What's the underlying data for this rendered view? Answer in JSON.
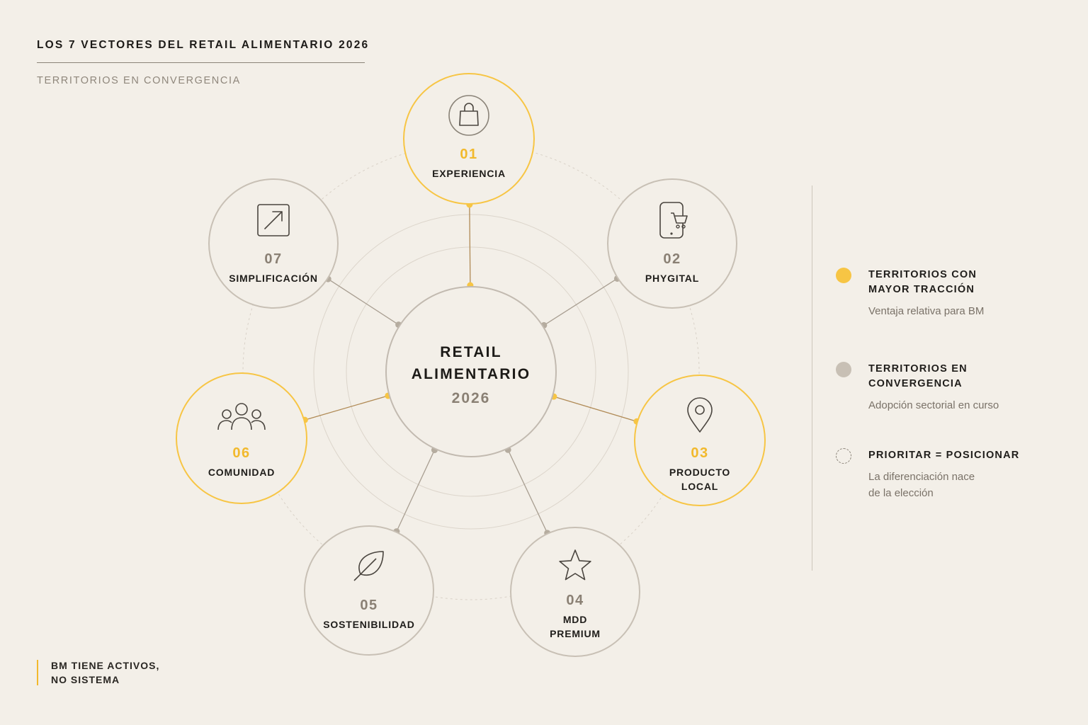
{
  "header": {
    "title": "LOS 7 VECTORES DEL RETAIL ALIMENTARIO 2026",
    "subtitle": "TERRITORIOS EN CONVERGENCIA"
  },
  "center": {
    "line1": "RETAIL",
    "line2": "ALIMENTARIO",
    "year": "2026"
  },
  "vectors": [
    {
      "num": "01",
      "label_lines": [
        "EXPERIENCIA"
      ],
      "icon": "shopping-bag-icon",
      "status": "traction"
    },
    {
      "num": "02",
      "label_lines": [
        "PHYGITAL"
      ],
      "icon": "mobile-cart-icon",
      "status": "convergence"
    },
    {
      "num": "03",
      "label_lines": [
        "PRODUCTO",
        "LOCAL"
      ],
      "icon": "location-pin-icon",
      "status": "traction"
    },
    {
      "num": "04",
      "label_lines": [
        "MDD",
        "PREMIUM"
      ],
      "icon": "star-icon",
      "status": "convergence"
    },
    {
      "num": "05",
      "label_lines": [
        "SOSTENIBILIDAD"
      ],
      "icon": "leaf-icon",
      "status": "convergence"
    },
    {
      "num": "06",
      "label_lines": [
        "COMUNIDAD"
      ],
      "icon": "people-icon",
      "status": "traction"
    },
    {
      "num": "07",
      "label_lines": [
        "SIMPLIFICACIÓN"
      ],
      "icon": "arrow-up-right-icon",
      "status": "convergence"
    }
  ],
  "legend": {
    "items": [
      {
        "type": "traction",
        "title_lines": [
          "TERRITORIOS CON",
          "MAYOR TRACCIÓN"
        ],
        "desc_lines": [
          "Ventaja relativa para BM"
        ]
      },
      {
        "type": "convergence",
        "title_lines": [
          "TERRITORIOS EN",
          "CONVERGENCIA"
        ],
        "desc_lines": [
          "Adopción sectorial en curso"
        ]
      },
      {
        "type": "priority",
        "title_lines": [
          "PRIORITAR = POSICIONAR"
        ],
        "desc_lines": [
          "La diferenciación nace",
          "de la elección"
        ]
      }
    ]
  },
  "footnote": {
    "line1": "BM TIENE ACTIVOS,",
    "line2": "NO SISTEMA"
  },
  "colors": {
    "background": "#f3efe8",
    "traction": "#f7c544",
    "traction_text": "#f2b92c",
    "convergence": "#c8c0b5",
    "convergence_text": "#8a8074",
    "ink": "#1f1d1a"
  }
}
